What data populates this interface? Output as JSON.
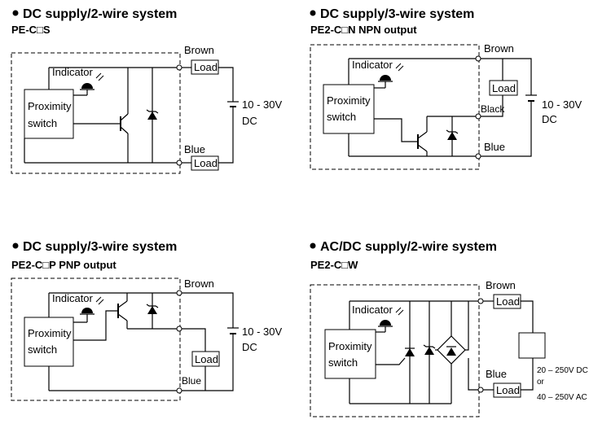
{
  "panels": [
    {
      "title": "DC supply/2-wire system",
      "model": "PE-C□S",
      "indicator": "Indicator",
      "switch_line1": "Proximity",
      "switch_line2": "switch",
      "wire_top": "Brown",
      "wire_bottom": "Blue",
      "load_top": "Load",
      "load_bottom": "Load",
      "supply_line1": "10 - 30V",
      "supply_line2": "DC"
    },
    {
      "title": "DC supply/3-wire system",
      "model": "PE2-C□N NPN output",
      "indicator": "Indicator",
      "switch_line1": "Proximity",
      "switch_line2": "switch",
      "wire_top": "Brown",
      "wire_mid": "Black",
      "wire_bottom": "Blue",
      "load": "Load",
      "supply_line1": "10 - 30V",
      "supply_line2": "DC"
    },
    {
      "title": "DC supply/3-wire system",
      "model": "PE2-C□P PNP output",
      "indicator": "Indicator",
      "switch_line1": "Proximity",
      "switch_line2": "switch",
      "wire_top": "Brown",
      "wire_bottom": "Blue",
      "load": "Load",
      "supply_line1": "10 - 30V",
      "supply_line2": "DC"
    },
    {
      "title": "AC/DC supply/2-wire system",
      "model": "PE2-C□W",
      "indicator": "Indicator",
      "switch_line1": "Proximity",
      "switch_line2": "switch",
      "wire_top": "Brown",
      "wire_bottom": "Blue",
      "load_top": "Load",
      "load_bottom": "Load",
      "supply_line1": "20 – 250V DC",
      "supply_line2": "or",
      "supply_line3": "40 – 250V AC"
    }
  ]
}
